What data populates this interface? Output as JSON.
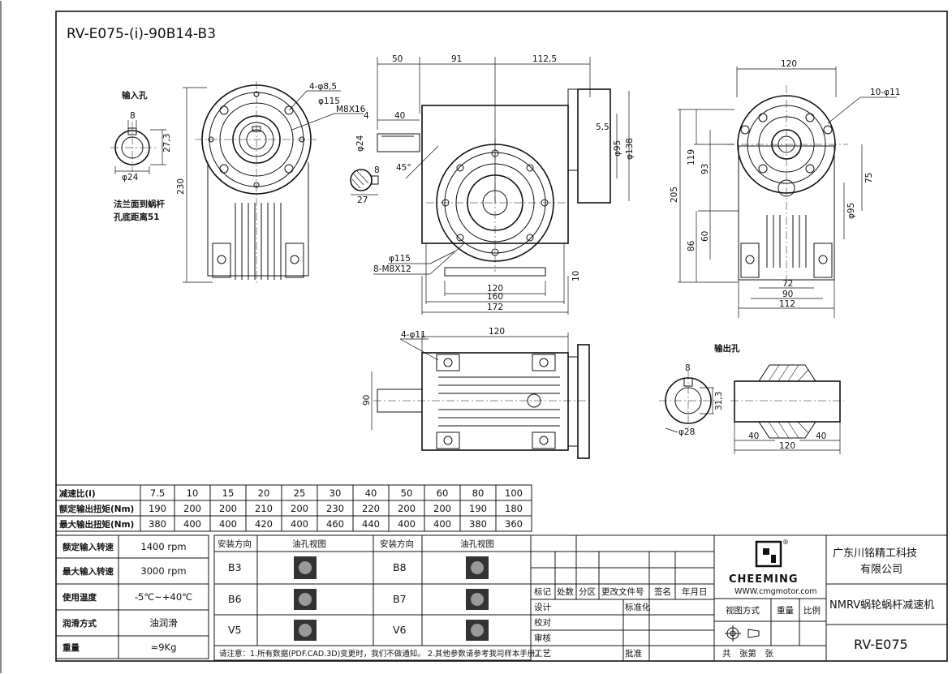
{
  "drawing": {
    "model_code": "RV-E075-(i)-90B14-B3",
    "input_bore_label": "输入孔",
    "output_bore_label": "输出孔",
    "flange_note_line1": "法兰面到蜗杆",
    "flange_note_line2": "孔底距离51"
  },
  "dims": {
    "input_key": "8",
    "input_height": "27,3",
    "input_dia": "φ24",
    "flange_holes": "4-φ8,5",
    "flange_pcd": "φ115",
    "screw": "M8X16",
    "height_230": "230",
    "top_50": "50",
    "top_91": "91",
    "top_112": "112,5",
    "shaft_40": "40",
    "shaft_4": "4",
    "shaft_dia": "φ24",
    "key_55": "5,5",
    "dia95": "φ95",
    "dia138": "φ138",
    "angle45": "45°",
    "keyw_8": "8",
    "keyh_27": "27",
    "pcd115": "φ115",
    "tapped": "8-M8X12",
    "base120": "120",
    "base160": "160",
    "base172": "172",
    "h10": "10",
    "side120": "120",
    "side_holes": "10-φ11",
    "s119": "119",
    "s93": "93",
    "s205": "205",
    "s86": "86",
    "s60": "60",
    "s75": "75",
    "sdia95": "φ95",
    "s72": "72",
    "s90": "90",
    "s112": "112",
    "bot_holes": "4-φ11",
    "bot120": "120",
    "bot90": "90",
    "out_key": "8",
    "out_h": "31,3",
    "out_dia": "φ28",
    "out_l40a": "40",
    "out_l40b": "40",
    "out_len": "120"
  },
  "ratio_table": {
    "row_labels": [
      "减速比(i)",
      "额定输出扭矩(Nm)",
      "最大输出扭矩(Nm)"
    ],
    "ratio": [
      "7.5",
      "10",
      "15",
      "20",
      "25",
      "30",
      "40",
      "50",
      "60",
      "80",
      "100"
    ],
    "rated": [
      "190",
      "200",
      "200",
      "210",
      "200",
      "230",
      "220",
      "200",
      "200",
      "190",
      "180"
    ],
    "max": [
      "380",
      "400",
      "400",
      "420",
      "400",
      "460",
      "440",
      "400",
      "400",
      "380",
      "360"
    ]
  },
  "specs": [
    {
      "label": "额定输入转速",
      "value": "1400 rpm"
    },
    {
      "label": "最大输入转速",
      "value": "3000 rpm"
    },
    {
      "label": "使用温度",
      "value": "-5℃~+40℃"
    },
    {
      "label": "润滑方式",
      "value": "油润滑"
    },
    {
      "label": "重量",
      "value": "≈9Kg"
    }
  ],
  "mount": {
    "h_dir": "安装方向",
    "h_view": "油孔视图",
    "left": [
      "B3",
      "B6",
      "V5"
    ],
    "right": [
      "B8",
      "B7",
      "V6"
    ],
    "note": "请注意：1.所有数据(PDF.CAD.3D)变更时，我们不做通知。 2.其他参数请参考我司样本手册。"
  },
  "titleblock": {
    "rev_headers": [
      "标记",
      "处数",
      "分区",
      "更改文件号",
      "签名",
      "年月日"
    ],
    "design": "设计",
    "standard": "标准化",
    "check": "校对",
    "review": "审核",
    "process": "工艺",
    "approve": "批准",
    "brand": "CHEEMING",
    "website": "WWW.cmgmotor.com",
    "view_method": "视图方式",
    "weight": "重量",
    "scale": "比例",
    "sheets": "共　张第　张",
    "company": "广东川铭精工科技有限公司",
    "company_l1": "广东川铭精工科技",
    "company_l2": "有限公司",
    "product": "NMRV蜗轮蜗杆减速机",
    "part": "RV-E075"
  }
}
